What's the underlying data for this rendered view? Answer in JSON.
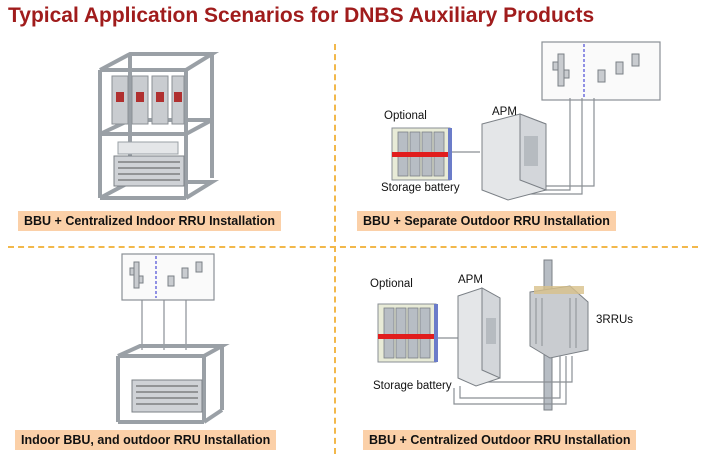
{
  "title": "Typical Application Scenarios for DNBS Auxiliary Products",
  "scenarios": [
    {
      "caption": "BBU + Centralized Indoor RRU Installation"
    },
    {
      "caption": "BBU + Separate Outdoor RRU Installation",
      "optional_label": "Optional",
      "apm_label": "APM",
      "battery_label": "Storage battery"
    },
    {
      "caption": "Indoor BBU, and outdoor RRU Installation"
    },
    {
      "caption": "BBU + Centralized Outdoor RRU Installation",
      "optional_label": "Optional",
      "apm_label": "APM",
      "battery_label": "Storage battery",
      "rru_label": "3RRUs"
    }
  ],
  "colors": {
    "title": "#a01c1c",
    "caption_bg": "#fbd0a8",
    "divider": "#f2b84b",
    "frame": "#a8adb3",
    "battery_red": "#e11d1d",
    "cable": "#8a8f95"
  }
}
